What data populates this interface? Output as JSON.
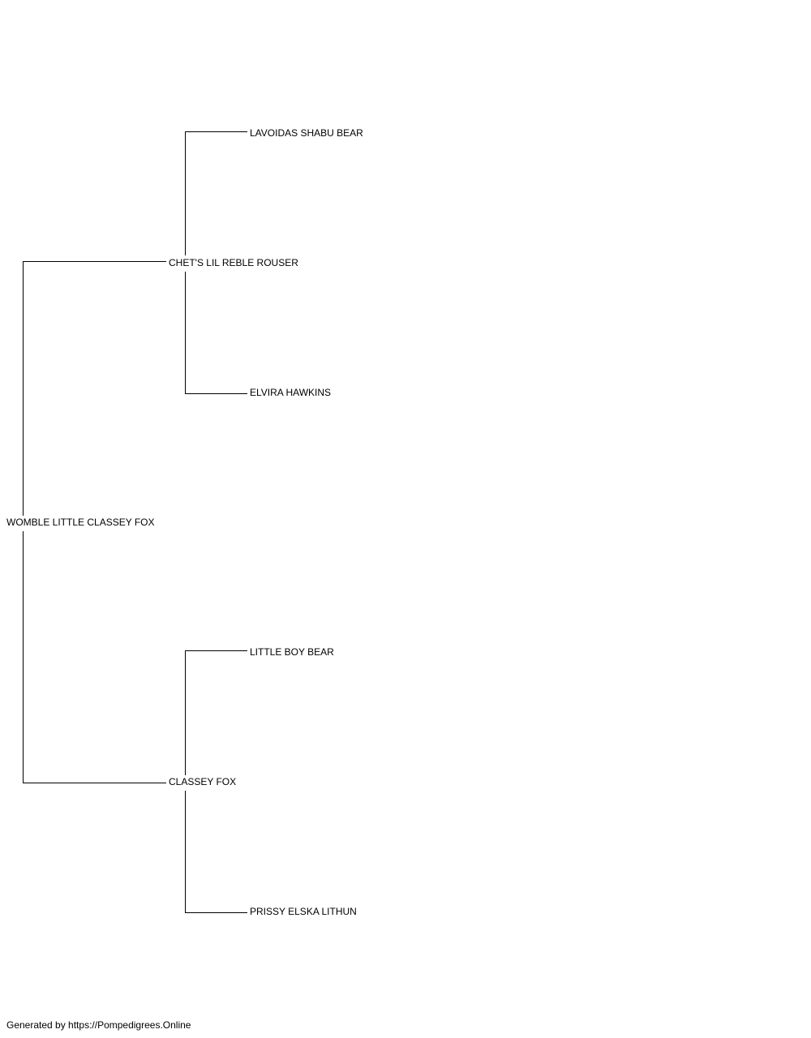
{
  "pedigree": {
    "subject": "WOMBLE LITTLE CLASSEY FOX",
    "sire": "CHET'S LIL REBLE ROUSER",
    "dam": "CLASSEY FOX",
    "sire_sire": "LAVOIDAS SHABU BEAR",
    "sire_dam": "ELVIRA HAWKINS",
    "dam_sire": "LITTLE BOY BEAR",
    "dam_dam": "PRISSY ELSKA LITHUN"
  },
  "footer": {
    "text": "Generated by https://Pompedigrees.Online"
  },
  "colors": {
    "line": "#000000",
    "background": "#ffffff"
  }
}
